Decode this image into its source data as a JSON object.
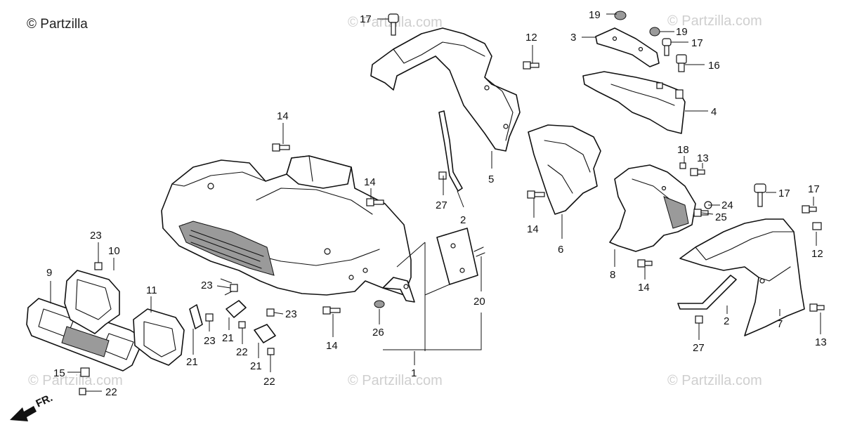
{
  "watermarks": {
    "corner": "© Partzilla",
    "repeated": "© Partzilla.com"
  },
  "direction_label": "FR.",
  "callouts": [
    {
      "id": "c17a",
      "text": "17"
    },
    {
      "id": "c19a",
      "text": "19"
    },
    {
      "id": "c19b",
      "text": "19"
    },
    {
      "id": "c3",
      "text": "3"
    },
    {
      "id": "c17b",
      "text": "17"
    },
    {
      "id": "c16",
      "text": "16"
    },
    {
      "id": "c12a",
      "text": "12"
    },
    {
      "id": "c4",
      "text": "4"
    },
    {
      "id": "c14a",
      "text": "14"
    },
    {
      "id": "c5",
      "text": "5"
    },
    {
      "id": "c18",
      "text": "18"
    },
    {
      "id": "c13a",
      "text": "13"
    },
    {
      "id": "c27a",
      "text": "27"
    },
    {
      "id": "c2a",
      "text": "2"
    },
    {
      "id": "c14b",
      "text": "14"
    },
    {
      "id": "c14c",
      "text": "14"
    },
    {
      "id": "c6",
      "text": "6"
    },
    {
      "id": "c24",
      "text": "24"
    },
    {
      "id": "c25",
      "text": "25"
    },
    {
      "id": "c17c",
      "text": "17"
    },
    {
      "id": "c17d",
      "text": "17"
    },
    {
      "id": "c12b",
      "text": "12"
    },
    {
      "id": "c23a",
      "text": "23"
    },
    {
      "id": "c10",
      "text": "10"
    },
    {
      "id": "c9",
      "text": "9"
    },
    {
      "id": "c11",
      "text": "11"
    },
    {
      "id": "c23b",
      "text": "23"
    },
    {
      "id": "c23c",
      "text": "23"
    },
    {
      "id": "c23d",
      "text": "23"
    },
    {
      "id": "c21a",
      "text": "21"
    },
    {
      "id": "c21b",
      "text": "21"
    },
    {
      "id": "c21c",
      "text": "21"
    },
    {
      "id": "c22a",
      "text": "22"
    },
    {
      "id": "c22b",
      "text": "22"
    },
    {
      "id": "c22c",
      "text": "22"
    },
    {
      "id": "c15",
      "text": "15"
    },
    {
      "id": "c14d",
      "text": "14"
    },
    {
      "id": "c26",
      "text": "26"
    },
    {
      "id": "c1",
      "text": "1"
    },
    {
      "id": "c20",
      "text": "20"
    },
    {
      "id": "c8",
      "text": "8"
    },
    {
      "id": "c14e",
      "text": "14"
    },
    {
      "id": "c2b",
      "text": "2"
    },
    {
      "id": "c7",
      "text": "7"
    },
    {
      "id": "c27b",
      "text": "27"
    },
    {
      "id": "c13b",
      "text": "13"
    }
  ]
}
